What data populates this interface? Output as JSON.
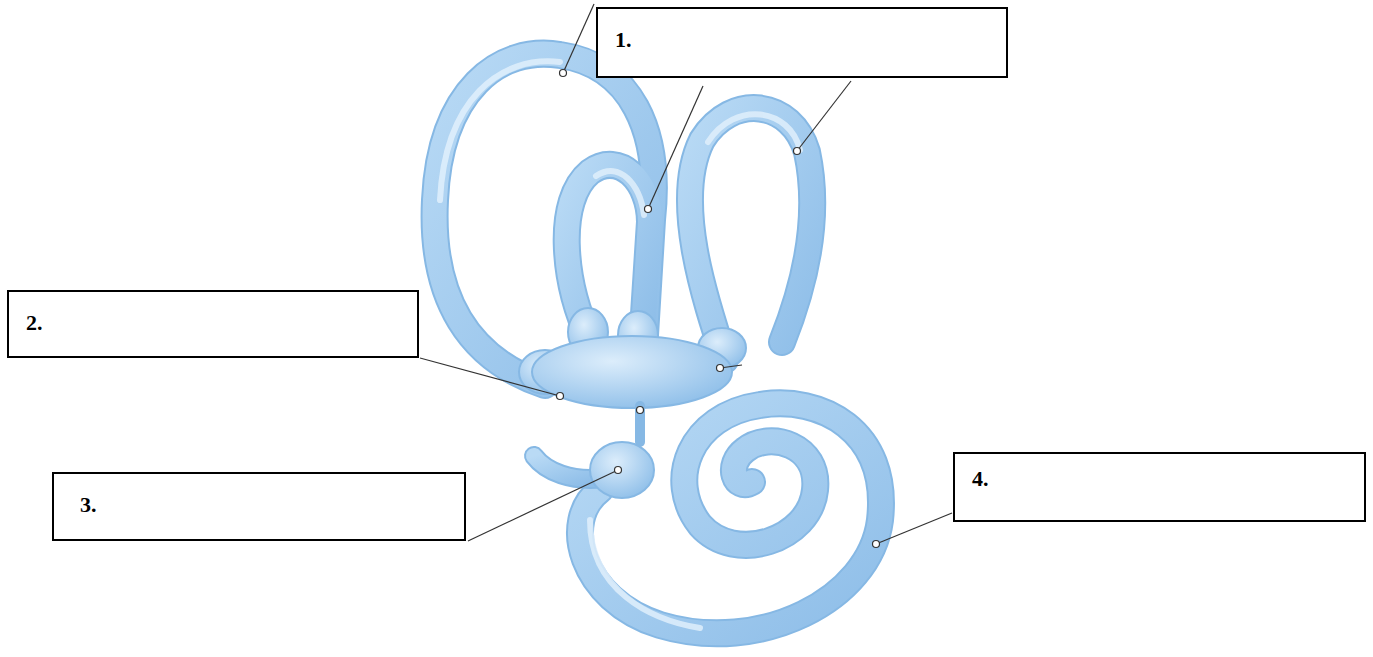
{
  "diagram": {
    "nodes": [
      {
        "text": [
          "1."
        ]
      },
      {
        "text": [
          "2."
        ]
      },
      {
        "text": [
          "3."
        ]
      },
      {
        "text": [
          "4."
        ]
      }
    ]
  }
}
